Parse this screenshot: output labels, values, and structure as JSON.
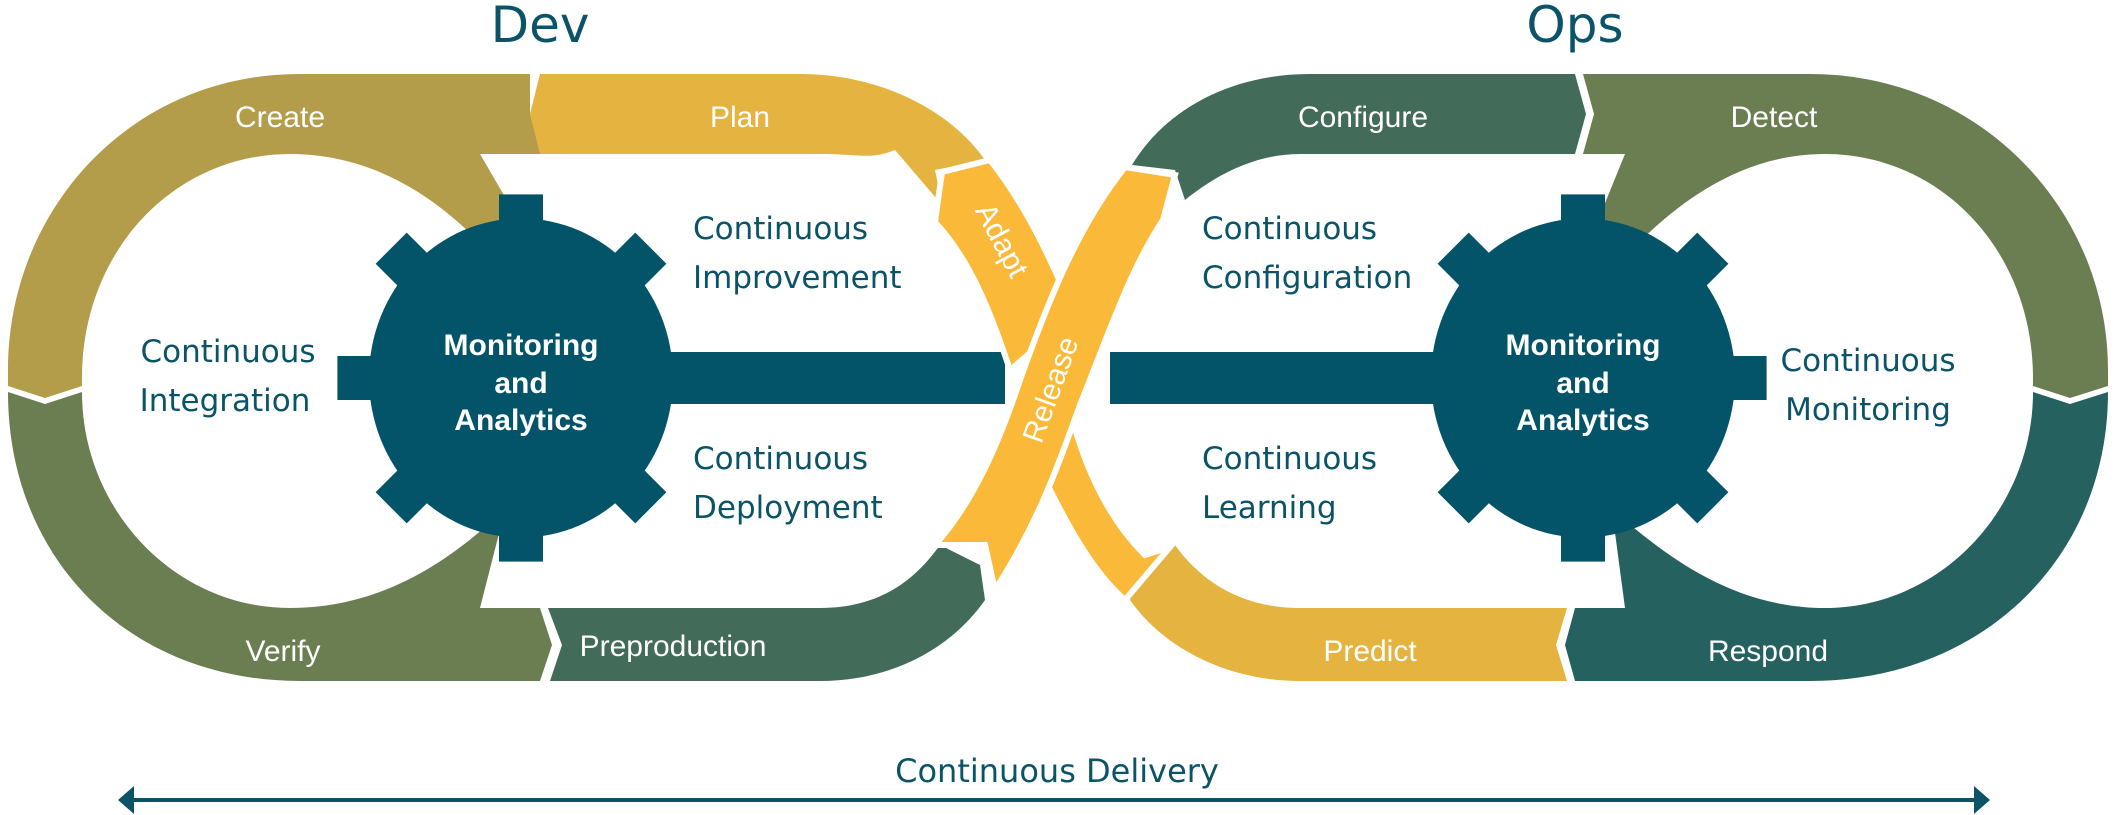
{
  "titles": {
    "dev": "Dev",
    "ops": "Ops"
  },
  "colors": {
    "create": "#b39d4a",
    "plan": "#e5b340",
    "verify": "#6b7e52",
    "preproduction": "#436b5a",
    "configure": "#436b5a",
    "detect": "#6b7e52",
    "predict": "#e5b340",
    "respond": "#24615f",
    "ribbon": "#fbb93a",
    "gear": "#035468",
    "text": "#0b5468"
  },
  "dev_loop": {
    "segments": {
      "create": "Create",
      "plan": "Plan",
      "verify": "Verify",
      "preproduction": "Preproduction"
    },
    "inner": {
      "integration": [
        "Continuous",
        "Integration"
      ],
      "improvement": [
        "Continuous",
        "Improvement"
      ],
      "deployment": [
        "Continuous",
        "Deployment"
      ]
    },
    "gear": [
      "Monitoring",
      "and",
      "Analytics"
    ]
  },
  "ops_loop": {
    "segments": {
      "configure": "Configure",
      "detect": "Detect",
      "predict": "Predict",
      "respond": "Respond"
    },
    "inner": {
      "configuration": [
        "Continuous",
        "Configuration"
      ],
      "learning": [
        "Continuous",
        "Learning"
      ],
      "monitoring": [
        "Continuous",
        "Monitoring"
      ]
    },
    "gear": [
      "Monitoring",
      "and",
      "Analytics"
    ]
  },
  "crossover": {
    "adapt": "Adapt",
    "release": "Release"
  },
  "delivery": {
    "label": "Continuous Delivery"
  }
}
